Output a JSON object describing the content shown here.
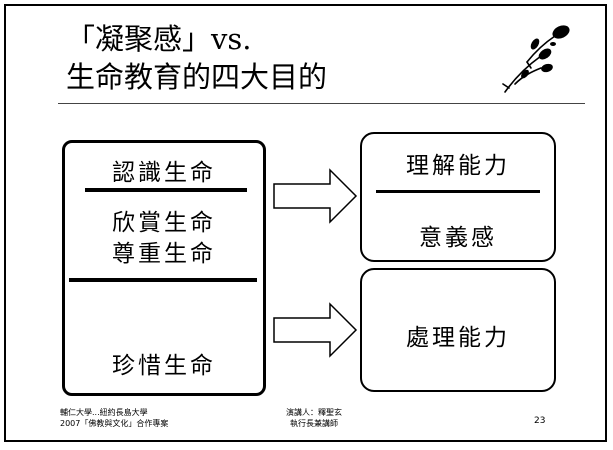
{
  "title": {
    "line1": "「凝聚感」vs.",
    "line2": "生命教育的四大目的"
  },
  "left_box": {
    "item1": "認識生命",
    "item2": "欣賞生命",
    "item3": "尊重生命",
    "item4": "珍惜生命"
  },
  "right_top_box": {
    "label1": "理解能力",
    "label2": "意義感"
  },
  "right_bottom_box": {
    "label": "處理能力"
  },
  "footer": {
    "left_line1": "輔仁大學...紐約長島大學",
    "left_line2": "2007「佛教與文化」合作專案",
    "center_line1": "演講人：釋聖玄",
    "center_line2": "執行長兼講師",
    "page_number": "23"
  },
  "decoration": {
    "icon": "flower-branch-icon"
  }
}
